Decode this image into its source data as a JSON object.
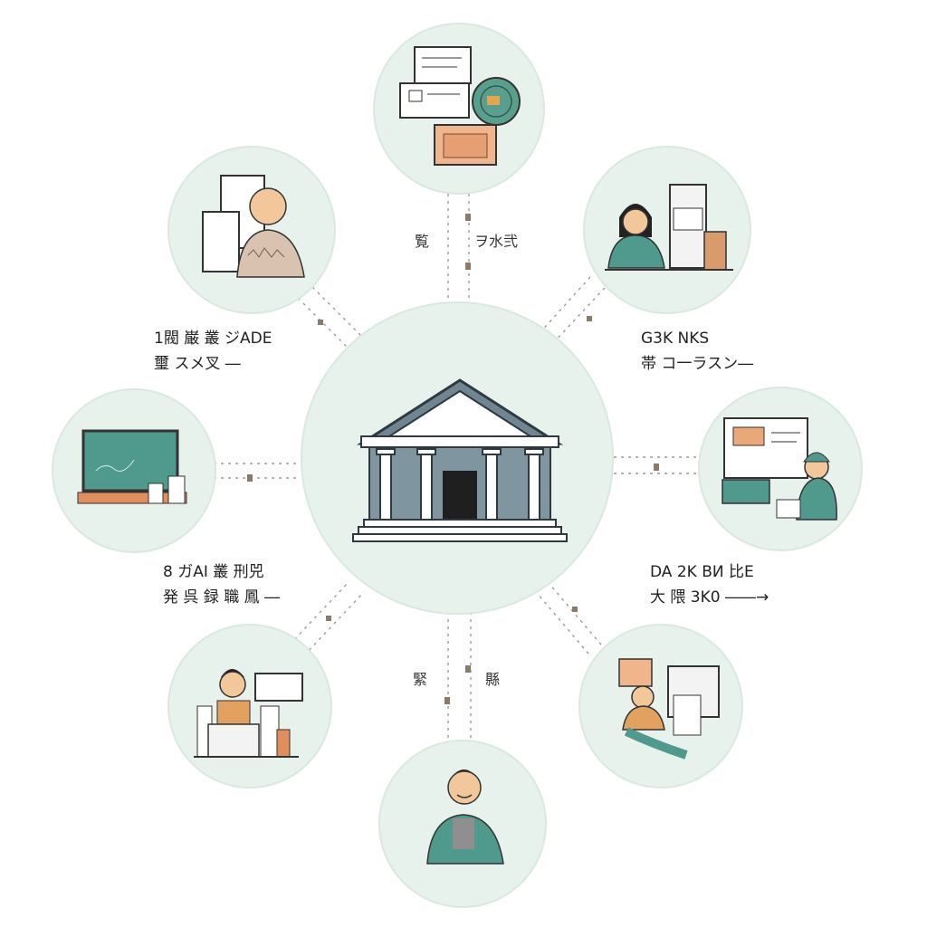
{
  "colors": {
    "node_fill": "#e7f2ec",
    "node_stroke": "#d4e4da",
    "teal": "#4f9a8c",
    "bank_wall": "#7f96a0",
    "bank_roof": "#6f8591",
    "bank_trim": "#ffffff",
    "skin": "#f2c79a",
    "accent_orange": "#e08f5c",
    "line": "#333333",
    "connector": "#8a8a8a"
  },
  "center": {
    "name": "bank-building-hub",
    "icon": "bank-icon"
  },
  "nodes": [
    {
      "name": "documents-node",
      "icon": "documents-coin-icon"
    },
    {
      "name": "teller-node",
      "icon": "teller-woman-icon"
    },
    {
      "name": "office-worker-node",
      "icon": "worker-with-printer-icon"
    },
    {
      "name": "reader-node",
      "icon": "woman-reading-icon"
    },
    {
      "name": "person-node",
      "icon": "smiling-man-icon"
    },
    {
      "name": "student-node",
      "icon": "man-at-desk-icon"
    },
    {
      "name": "whiteboard-node",
      "icon": "chalkboard-icon"
    },
    {
      "name": "manager-node",
      "icon": "man-in-office-icon"
    }
  ],
  "labels": {
    "top_left": [
      "1閥 巌 叢 ジADE",
      "璽 スメ叉 ―"
    ],
    "top_right": [
      "G3K NKS",
      "帯 コ一ラスン―"
    ],
    "bottom_left": [
      "8 ガAI 叢 刑兕",
      "発 呉 録 職 鳳 ―"
    ],
    "bottom_right": [
      "DA 2K BИ 比E",
      "大 隈 3K0 ――→"
    ],
    "top_near_left": "覧",
    "top_near_right": "ヲ水弐",
    "bottom_near_left": "緊",
    "bottom_near_right": "縣"
  }
}
